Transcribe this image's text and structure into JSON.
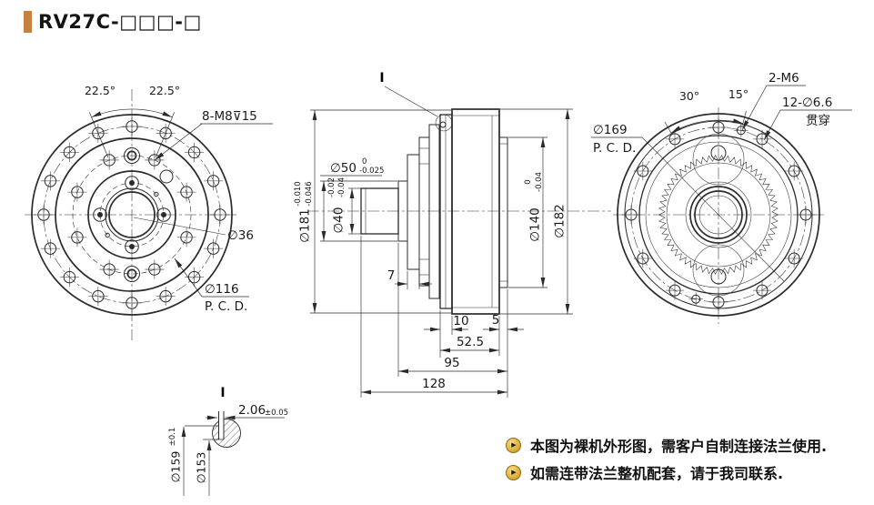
{
  "title": {
    "model": "RV27C-□□□-□"
  },
  "front": {
    "angle_left": "22.5°",
    "angle_right": "22.5°",
    "tapped": "8-M8⊽15",
    "bore": "∅36",
    "pcd": "∅116",
    "pcd_label": "P. C. D."
  },
  "section": {
    "detail_ref": "I",
    "d50": "∅50",
    "d50_tu": "0",
    "d50_tl": "-0.025",
    "d40": "∅40",
    "d40_tu": "-0.02",
    "d40_tl": "-0.04",
    "d181": "∅181",
    "d181_tu": "-0.010",
    "d181_tl": "-0.046",
    "d140": "∅140",
    "d140_tu": "0",
    "d140_tl": "-0.04",
    "d182": "∅182",
    "w_gear": "7",
    "w_plate": "10",
    "w_lip": "5",
    "l1": "52.5",
    "l2": "95",
    "l3": "128"
  },
  "right": {
    "m6": "2-M6",
    "deg30": "30°",
    "deg15": "15°",
    "holes": "12-∅6.6",
    "through": "贯穿",
    "pcd": "∅169",
    "pcd_label": "P. C. D."
  },
  "detail": {
    "ref": "I",
    "groove": "2.06",
    "groove_tol": "±0.05",
    "d159": "∅159",
    "d159_tol": "±0.1",
    "d153": "∅153"
  },
  "notes": {
    "line1": "本图为裸机外形图，需客户自制连接法兰使用.",
    "line2": "如需连带法兰整机配套，请于我司联系."
  },
  "colors": {
    "accent": "#c8813f",
    "bullet": "#e3b341",
    "line": "#2b2b2b"
  }
}
